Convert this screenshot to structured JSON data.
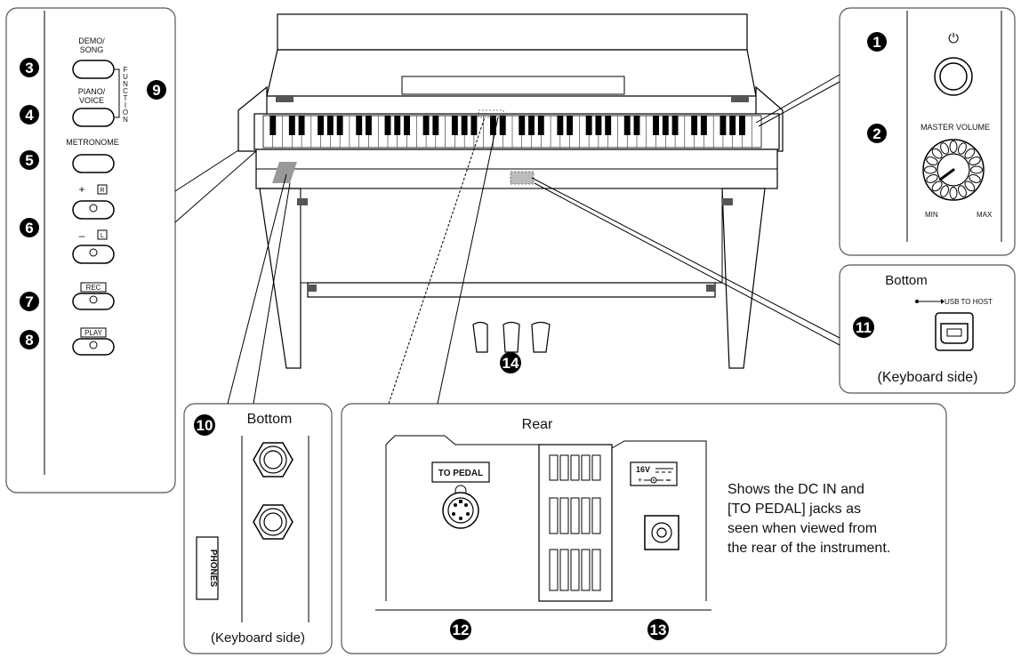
{
  "panel_left": {
    "buttons": [
      {
        "callout": "3",
        "label_line1": "DEMO/",
        "label_line2": "SONG"
      },
      {
        "callout": "4",
        "label_line1": "PIANO/",
        "label_line2": "VOICE"
      },
      {
        "callout": "5",
        "label_line1": "METRONOME",
        "label_line2": ""
      },
      {
        "callout": "6",
        "label_plus": "+",
        "label_plus_key": "R",
        "label_minus": "–",
        "label_minus_key": "L"
      },
      {
        "callout": "7",
        "label_line1": "REC",
        "label_line2": ""
      },
      {
        "callout": "8",
        "label_line1": "PLAY",
        "label_line2": ""
      }
    ],
    "function_letters": [
      "F",
      "U",
      "N",
      "C",
      "T",
      "I",
      "O",
      "N"
    ],
    "function_callout": "9"
  },
  "panel_right": {
    "power_callout": "1",
    "power_symbol": "⏻",
    "volume_callout": "2",
    "volume_label": "MASTER VOLUME",
    "min_label": "MIN",
    "max_label": "MAX"
  },
  "usb_panel": {
    "title": "Bottom",
    "callout": "11",
    "port_label": "USB TO HOST",
    "caption": "(Keyboard side)"
  },
  "phones_panel": {
    "callout": "10",
    "title": "Bottom",
    "jack_label": "PHONES",
    "caption": "(Keyboard side)"
  },
  "rear_panel": {
    "title": "Rear",
    "pedal_label": "TO PEDAL",
    "pedal_callout": "12",
    "dc_voltage": "16V",
    "dc_callout": "13",
    "note": [
      "Shows the DC IN and",
      "[TO PEDAL] jacks as",
      "seen when viewed from",
      "the rear of the instrument."
    ]
  },
  "pedal_callout": "14"
}
